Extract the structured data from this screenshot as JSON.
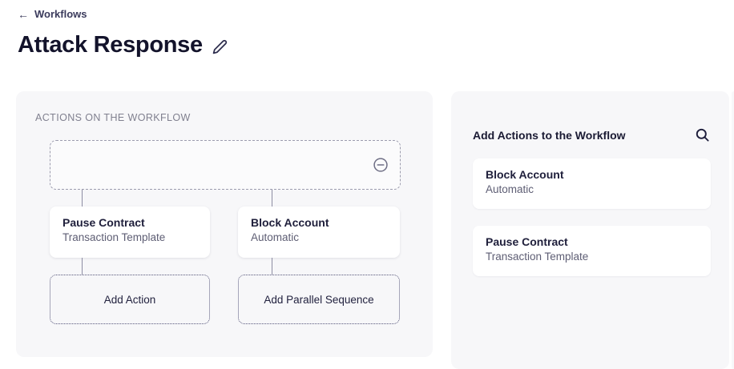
{
  "header": {
    "back_label": "Workflows",
    "back_arrow": "←",
    "title": "Attack Response"
  },
  "canvas": {
    "section_title": "ACTIONS ON THE WORKFLOW",
    "nodes": [
      {
        "title": "Pause Contract",
        "subtitle": "Transaction Template"
      },
      {
        "title": "Block Account",
        "subtitle": "Automatic"
      }
    ],
    "add_action_label": "Add Action",
    "add_parallel_label": "Add Parallel Sequence"
  },
  "library": {
    "title": "Add Actions to the Workflow",
    "items": [
      {
        "title": "Block Account",
        "subtitle": "Automatic"
      },
      {
        "title": "Pause Contract",
        "subtitle": "Transaction Template"
      }
    ]
  },
  "icons": {
    "back": "arrow-left-icon",
    "edit": "pencil-icon",
    "remove": "minus-circle-icon",
    "search": "magnifier-icon"
  },
  "colors": {
    "panel_bg": "#f7f7f9",
    "text_primary": "#13132b",
    "text_secondary": "#5e5e74",
    "muted": "#80808f",
    "dashed_border": "#9c9cae",
    "dotted_border": "#56567a"
  }
}
